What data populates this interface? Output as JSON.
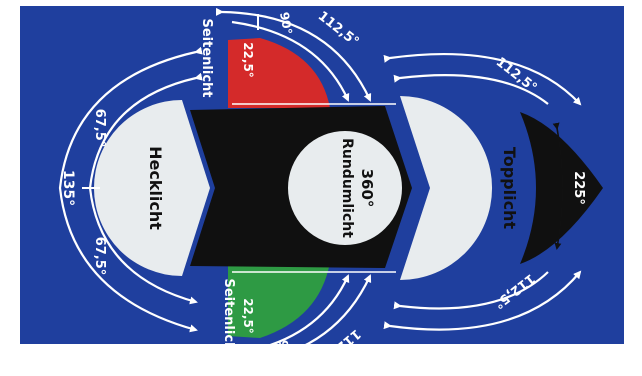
{
  "diagram": {
    "colors": {
      "background": "#1f3f9e",
      "hull": "#101010",
      "light_disc": "#e8ecee",
      "port_red": "#d42a2a",
      "starboard_green": "#2e9a44",
      "frame": "#ffffff"
    },
    "lights": {
      "stern": {
        "label": "Hecklicht",
        "total": "135°",
        "half": "67,5°"
      },
      "allround": {
        "label_line1": "360°",
        "label_line2": "Rundumlicht"
      },
      "masthead": {
        "label": "Topplicht",
        "total": "225°",
        "half": "112,5°"
      },
      "side": {
        "label": "Seitenlicht",
        "sector": "112,5°",
        "beam": "90°",
        "aft": "22,5°"
      }
    }
  }
}
